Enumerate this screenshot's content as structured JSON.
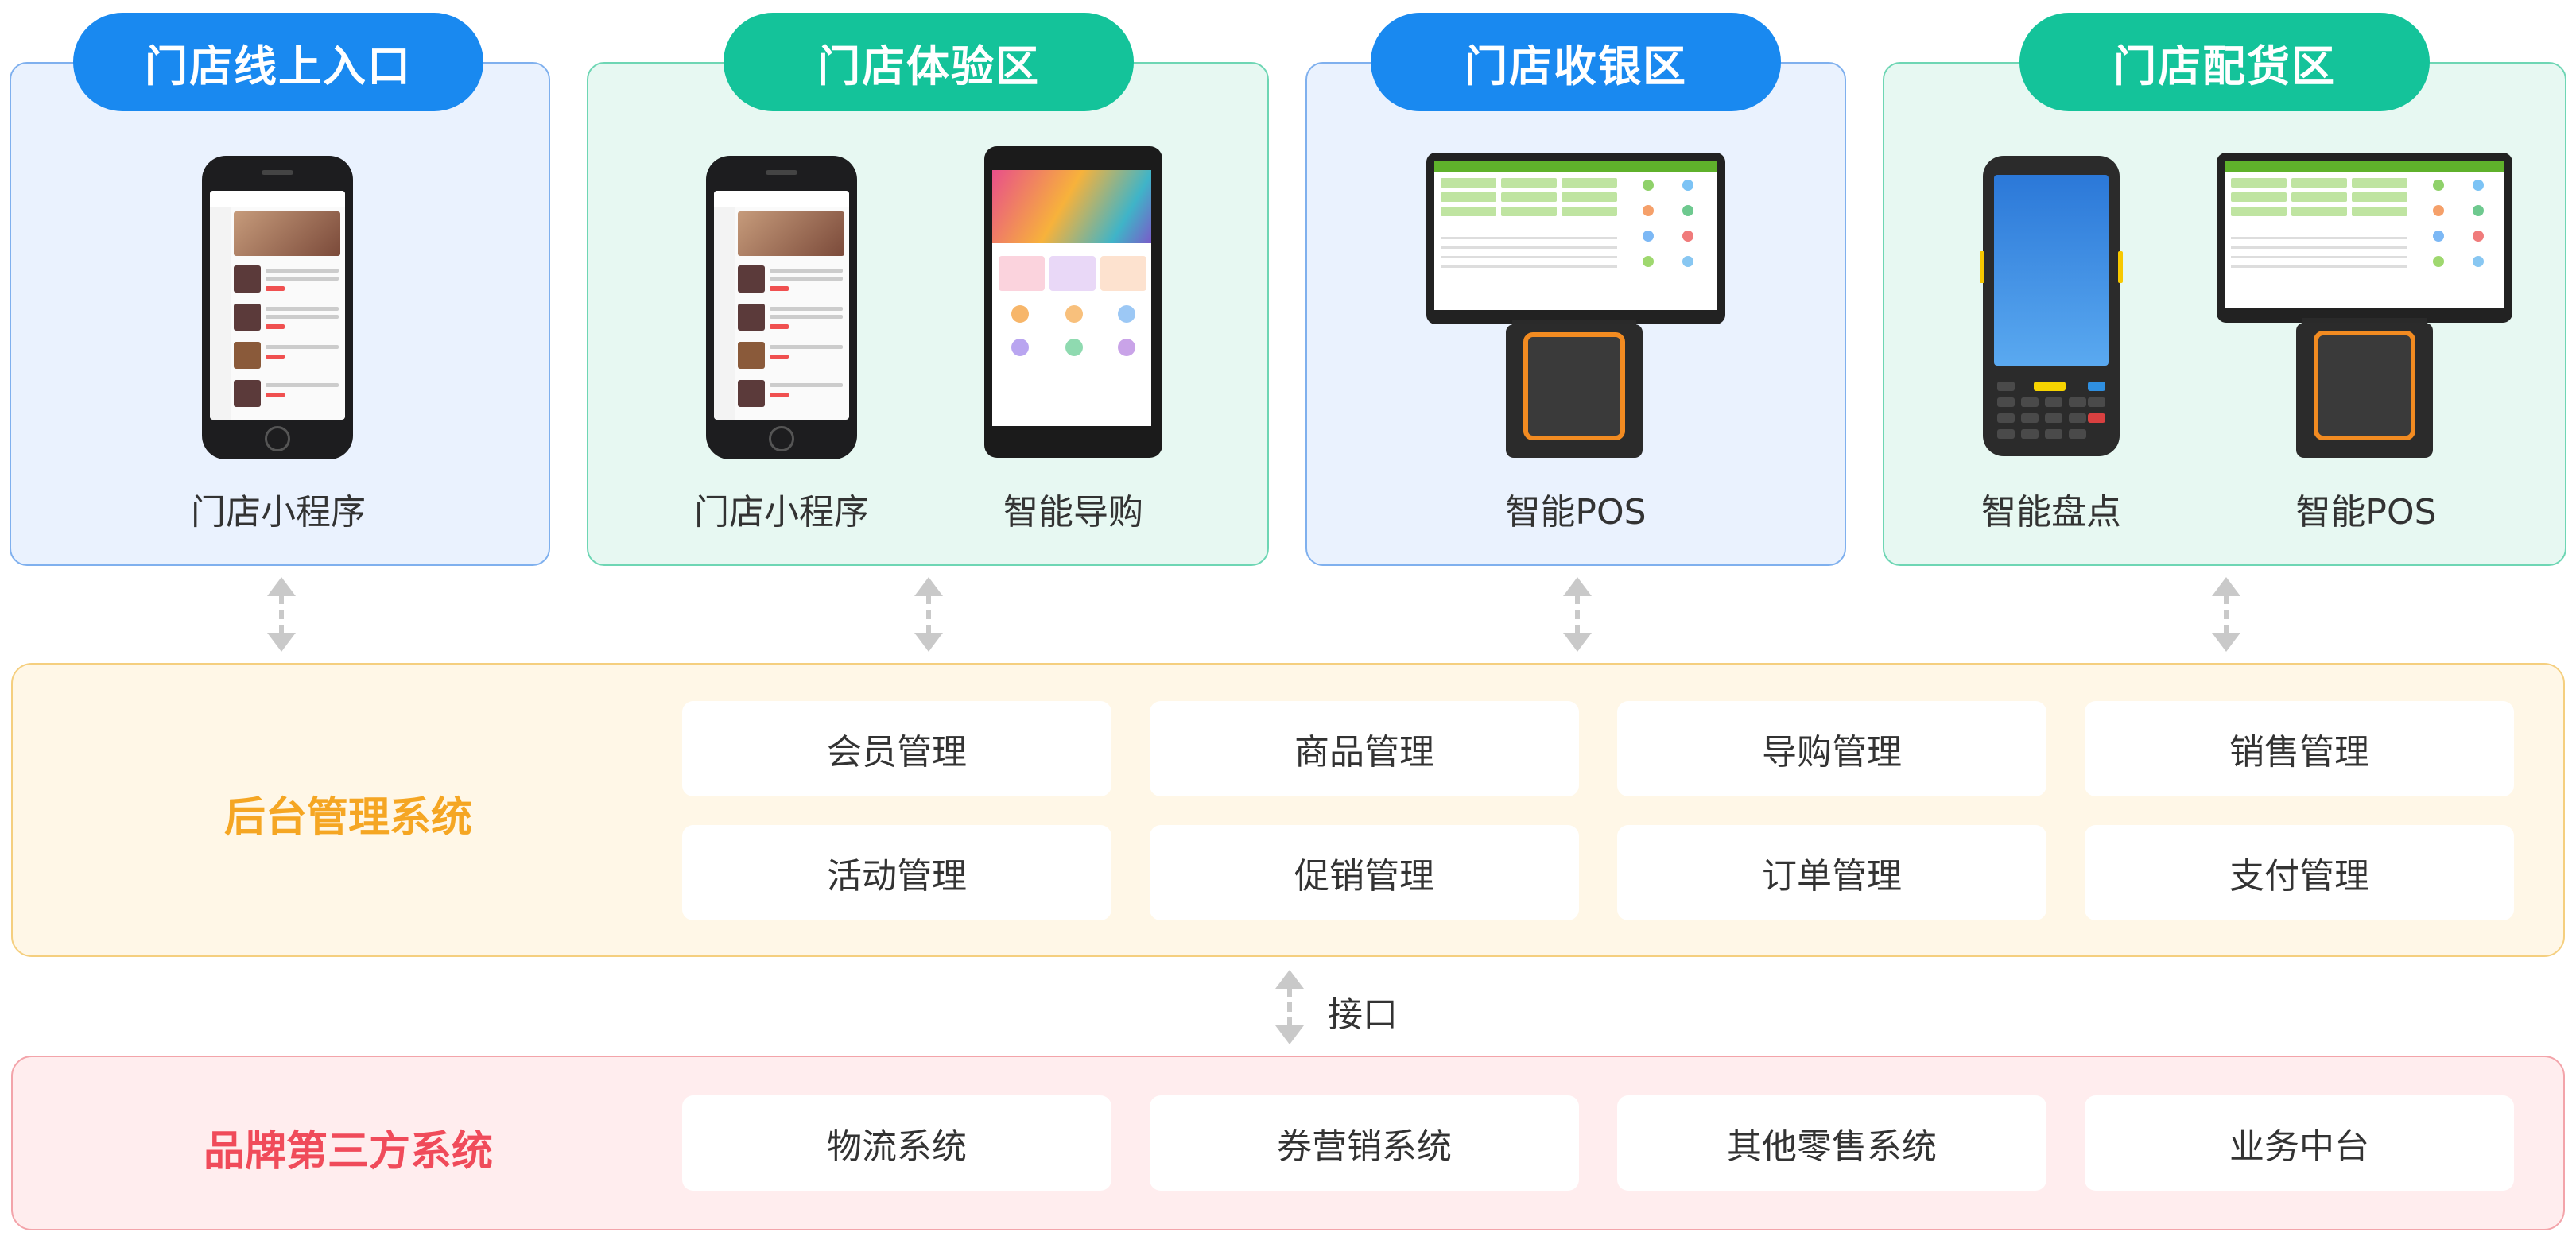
{
  "zones": [
    {
      "title": "门店线上入口",
      "devices": [
        "门店小程序"
      ]
    },
    {
      "title": "门店体验区",
      "devices": [
        "门店小程序",
        "智能导购"
      ]
    },
    {
      "title": "门店收银区",
      "devices": [
        "智能POS"
      ]
    },
    {
      "title": "门店配货区",
      "devices": [
        "智能盘点",
        "智能POS"
      ]
    }
  ],
  "backend": {
    "title": "后台管理系统",
    "items": [
      "会员管理",
      "商品管理",
      "导购管理",
      "销售管理",
      "活动管理",
      "促销管理",
      "订单管理",
      "支付管理"
    ]
  },
  "interface_label": "接口",
  "brand": {
    "title": "品牌第三方系统",
    "items": [
      "物流系统",
      "券营销系统",
      "其他零售系统",
      "业务中台"
    ]
  },
  "colors": {
    "pill_blue": "#1989F0",
    "pill_green": "#14C39A",
    "backend_title": "#F5A623",
    "brand_title": "#F04B5A",
    "pos_accent": "#F28B21"
  },
  "icons": [
    "smartphone-icon",
    "tablet-icon",
    "pos-terminal-icon",
    "handheld-scanner-icon",
    "bidirectional-arrow-icon"
  ]
}
